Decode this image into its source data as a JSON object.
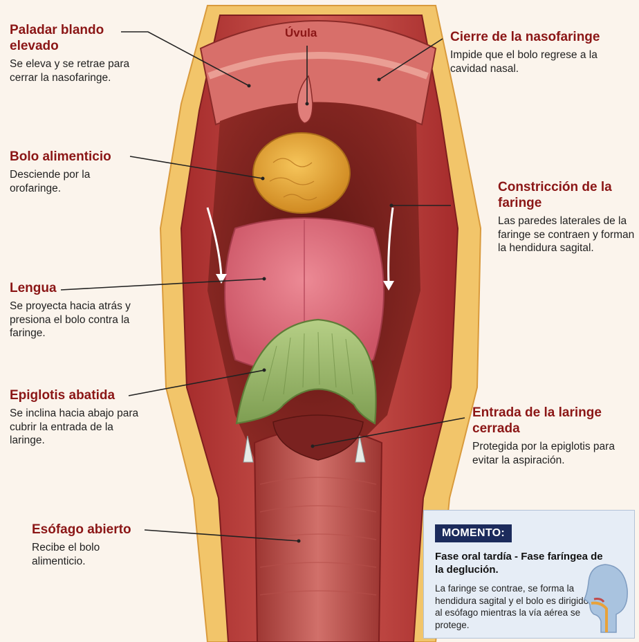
{
  "colors": {
    "label_title": "#8b1616",
    "tissue": "#c94a4a",
    "fat": "#f0c060",
    "bolus": "#e9a93a",
    "tongue": "#dd6c7a",
    "epiglottis": "#9fbd6e",
    "box_bg": "#e6edf6",
    "badge_bg": "#1c2b5c"
  },
  "labels": {
    "paladar": {
      "title": "Paladar blando elevado",
      "desc": "Se eleva y se retrae para cerrar la nasofaringe."
    },
    "uvula": {
      "title": "Úvula"
    },
    "cierre": {
      "title": "Cierre de la nasofaringe",
      "desc": "Impide que el bolo regrese a la cavidad nasal."
    },
    "bolo": {
      "title": "Bolo alimenticio",
      "desc": "Desciende por la orofaringe."
    },
    "constriccion": {
      "title": "Constricción de la faringe",
      "desc": "Las paredes laterales de la faringe se contraen y forman la hendidura sagital."
    },
    "lengua": {
      "title": "Lengua",
      "desc": "Se proyecta hacia atrás y presiona el bolo contra la faringe."
    },
    "epiglotis": {
      "title": "Epiglotis abatida",
      "desc": "Se inclina hacia abajo para cubrir la entrada de la laringe."
    },
    "entrada": {
      "title": "Entrada de la laringe cerrada",
      "desc": "Protegida por la epiglotis para evitar la aspiración."
    },
    "esofago": {
      "title": "Esófago abierto",
      "desc": "Recibe el bolo alimenticio."
    }
  },
  "moment": {
    "badge": "MOMENTO:",
    "title": "Fase oral tardía - Fase faríngea de la deglución.",
    "desc": "La faringe se contrae, se forma la hendidura sagital y el bolo es dirigido al esófago mientras la vía aérea se protege."
  }
}
